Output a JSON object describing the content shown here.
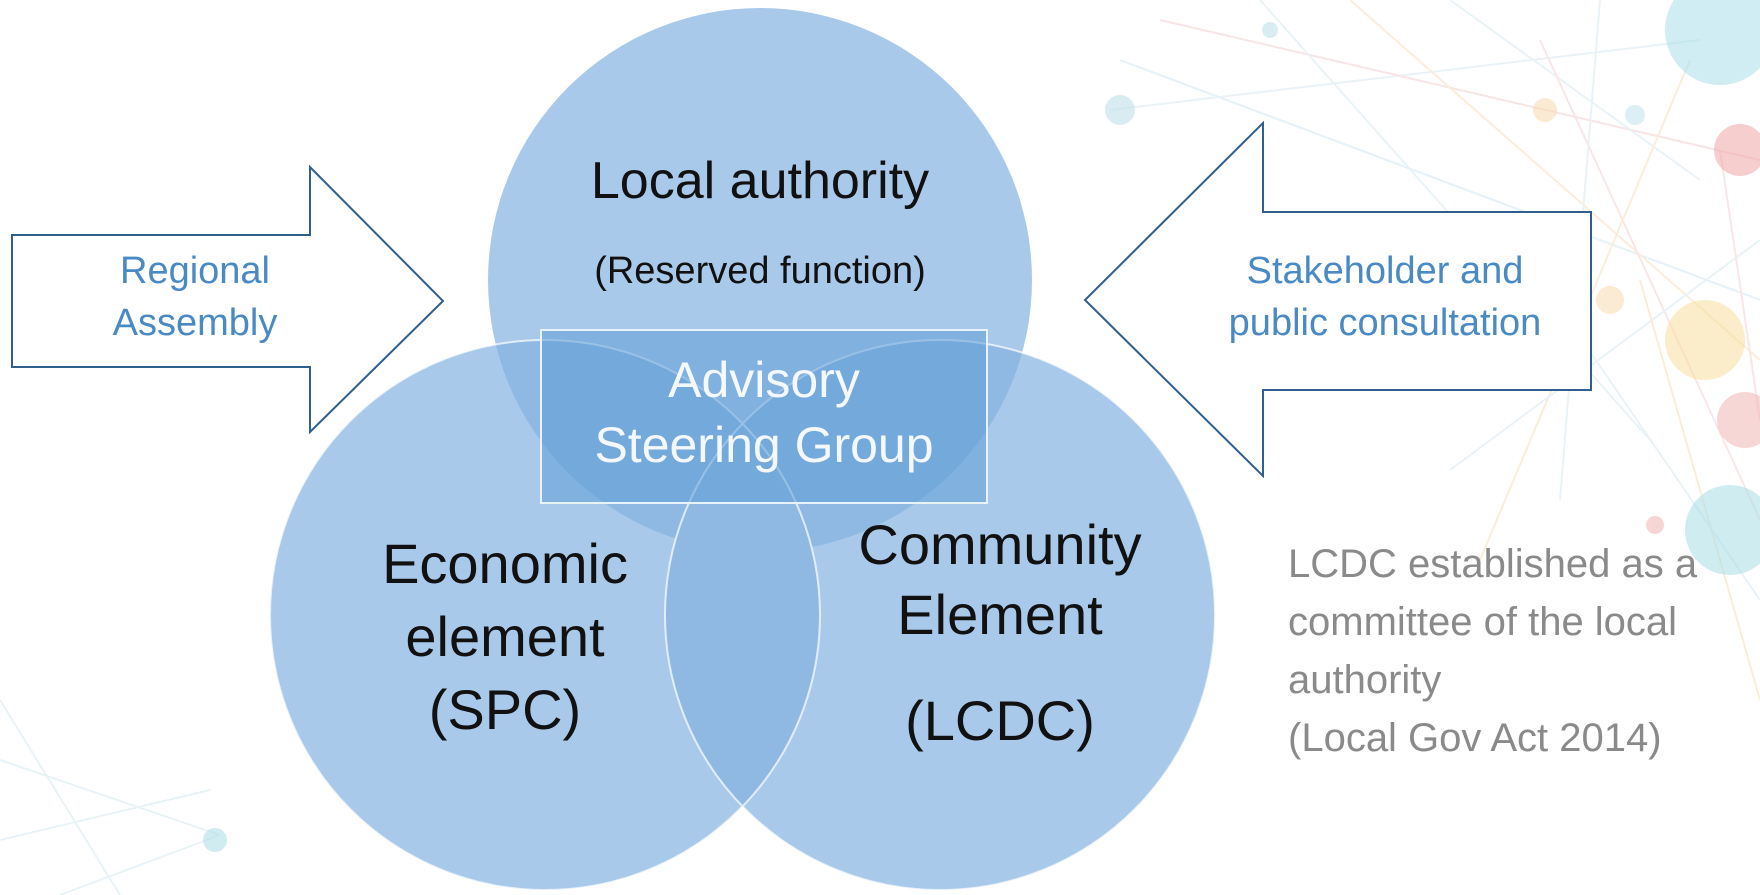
{
  "diagram": {
    "colors": {
      "circle_fill": "#a9c9ea",
      "circle_overlap": "#7fb0de",
      "center_box_fill": "#5f9dd6",
      "arrow_stroke": "#2f5f8f",
      "arrow_text": "#4a8ac4",
      "note_text": "#8a8a8a"
    },
    "circles": {
      "top": {
        "title": "Local authority",
        "subtitle": "(Reserved function)"
      },
      "left": {
        "title": "Economic\nelement\n(SPC)"
      },
      "right": {
        "title": "Community\nElement",
        "subtitle": "(LCDC)"
      }
    },
    "center_box": {
      "label": "Advisory\nSteering Group"
    },
    "arrows": {
      "left": {
        "label": "Regional\nAssembly"
      },
      "right": {
        "label": "Stakeholder and\npublic consultation"
      }
    },
    "note": {
      "text": "LCDC established as a\ncommittee of the local\nauthority\n(Local Gov Act 2014)"
    }
  }
}
